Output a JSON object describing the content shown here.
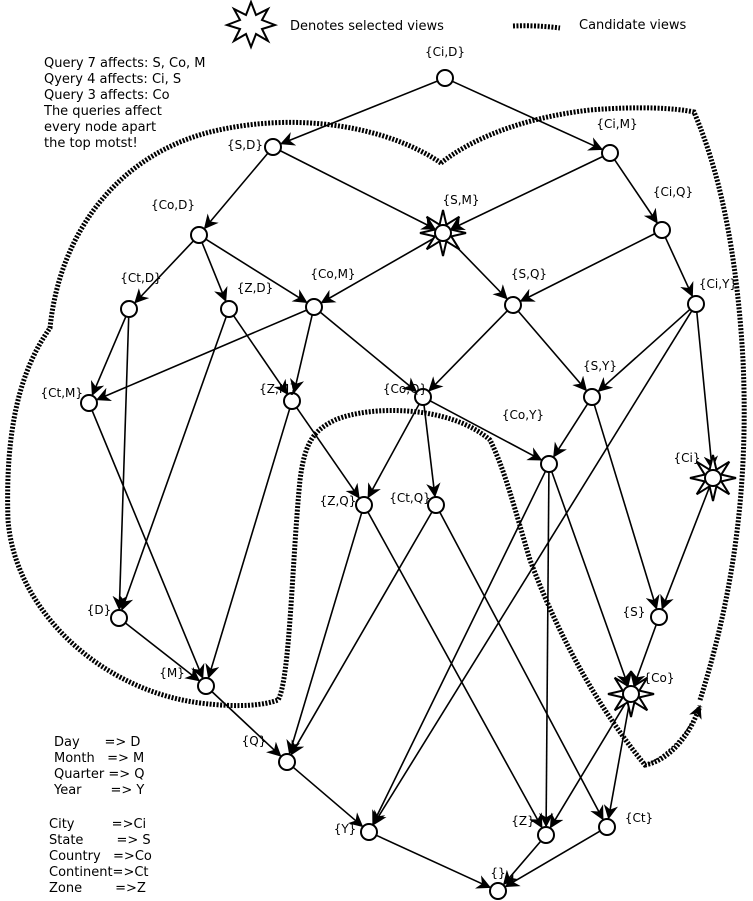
{
  "legend": {
    "selected_label": "Denotes selected views",
    "selected_icon": "star-burst-icon",
    "candidate_label": "Candidate views",
    "candidate_icon": "dotted-line-icon"
  },
  "notes": [
    "Query 7 affects: S, Co, M",
    "Qyery 4 affects: Ci, S",
    "Query 3 affects: Co",
    "The queries affect",
    "every node apart",
    "the top motst!"
  ],
  "time_key": [
    "Day      => D",
    "Month   => M",
    "Quarter => Q",
    "Year       => Y"
  ],
  "geo_key": [
    "City         =>Ci",
    "State        => S",
    "Country   =>Co",
    "Continent=>Ct",
    "Zone        =>Z"
  ],
  "nodes": [
    {
      "id": "CiD",
      "label": "{Ci,D}",
      "selected": false
    },
    {
      "id": "SD",
      "label": "{S,D}",
      "selected": false
    },
    {
      "id": "CiM",
      "label": "{Ci,M}",
      "selected": false
    },
    {
      "id": "CoD",
      "label": "{Co,D}",
      "selected": false
    },
    {
      "id": "SM",
      "label": "{S,M}",
      "selected": true
    },
    {
      "id": "CiQ",
      "label": "{Ci,Q}",
      "selected": false
    },
    {
      "id": "CtD",
      "label": "{Ct,D}",
      "selected": false
    },
    {
      "id": "ZD",
      "label": "{Z,D}",
      "selected": false
    },
    {
      "id": "CoM",
      "label": "{Co,M}",
      "selected": false
    },
    {
      "id": "SQ",
      "label": "{S,Q}",
      "selected": false
    },
    {
      "id": "CiY",
      "label": "{Ci,Y}",
      "selected": false
    },
    {
      "id": "CtM",
      "label": "{Ct,M}",
      "selected": false
    },
    {
      "id": "ZM",
      "label": "{Z,M}",
      "selected": false
    },
    {
      "id": "CoQ",
      "label": "{Co,Q}",
      "selected": false
    },
    {
      "id": "SY",
      "label": "{S,Y}",
      "selected": false
    },
    {
      "id": "CoY",
      "label": "{Co,Y}",
      "selected": false
    },
    {
      "id": "Ci",
      "label": "{Ci}",
      "selected": true
    },
    {
      "id": "ZQ",
      "label": "{Z,Q}",
      "selected": false
    },
    {
      "id": "CtQ",
      "label": "{Ct,Q}",
      "selected": false
    },
    {
      "id": "D",
      "label": "{D}",
      "selected": false
    },
    {
      "id": "S",
      "label": "{S}",
      "selected": false
    },
    {
      "id": "M",
      "label": "{M}",
      "selected": false
    },
    {
      "id": "Co",
      "label": "{Co}",
      "selected": true
    },
    {
      "id": "Q",
      "label": "{Q}",
      "selected": false
    },
    {
      "id": "Y",
      "label": "{Y}",
      "selected": false
    },
    {
      "id": "Z",
      "label": "{Z}",
      "selected": false
    },
    {
      "id": "Ct",
      "label": "{Ct}",
      "selected": false
    },
    {
      "id": "Empty",
      "label": "{}",
      "selected": false
    }
  ],
  "edges": [
    [
      "CiD",
      "SD"
    ],
    [
      "CiD",
      "CiM"
    ],
    [
      "SD",
      "CoD"
    ],
    [
      "SD",
      "SM"
    ],
    [
      "CiM",
      "SM"
    ],
    [
      "CiM",
      "CiQ"
    ],
    [
      "CoD",
      "CtD"
    ],
    [
      "CoD",
      "ZD"
    ],
    [
      "CoD",
      "CoM"
    ],
    [
      "SM",
      "CoM"
    ],
    [
      "SM",
      "SQ"
    ],
    [
      "CiQ",
      "SQ"
    ],
    [
      "CiQ",
      "CiY"
    ],
    [
      "CtD",
      "CtM"
    ],
    [
      "CtD",
      "D"
    ],
    [
      "ZD",
      "ZM"
    ],
    [
      "ZD",
      "D"
    ],
    [
      "CoM",
      "CtM"
    ],
    [
      "CoM",
      "ZM"
    ],
    [
      "CoM",
      "CoQ"
    ],
    [
      "SQ",
      "CoQ"
    ],
    [
      "SQ",
      "SY"
    ],
    [
      "CiY",
      "SY"
    ],
    [
      "CiY",
      "Ci"
    ],
    [
      "CiY",
      "Y"
    ],
    [
      "CtM",
      "M"
    ],
    [
      "ZM",
      "ZQ"
    ],
    [
      "ZM",
      "M"
    ],
    [
      "CoQ",
      "ZQ"
    ],
    [
      "CoQ",
      "CtQ"
    ],
    [
      "CoQ",
      "CoY"
    ],
    [
      "SY",
      "CoY"
    ],
    [
      "SY",
      "S"
    ],
    [
      "CoY",
      "Y"
    ],
    [
      "CoY",
      "Z"
    ],
    [
      "CoY",
      "Co"
    ],
    [
      "Ci",
      "S"
    ],
    [
      "ZQ",
      "Q"
    ],
    [
      "ZQ",
      "Z"
    ],
    [
      "CtQ",
      "Q"
    ],
    [
      "CtQ",
      "Ct"
    ],
    [
      "D",
      "M"
    ],
    [
      "S",
      "Co"
    ],
    [
      "M",
      "Q"
    ],
    [
      "Co",
      "Z"
    ],
    [
      "Co",
      "Ct"
    ],
    [
      "Q",
      "Y"
    ],
    [
      "Y",
      "Empty"
    ],
    [
      "Z",
      "Empty"
    ],
    [
      "Ct",
      "Empty"
    ]
  ]
}
